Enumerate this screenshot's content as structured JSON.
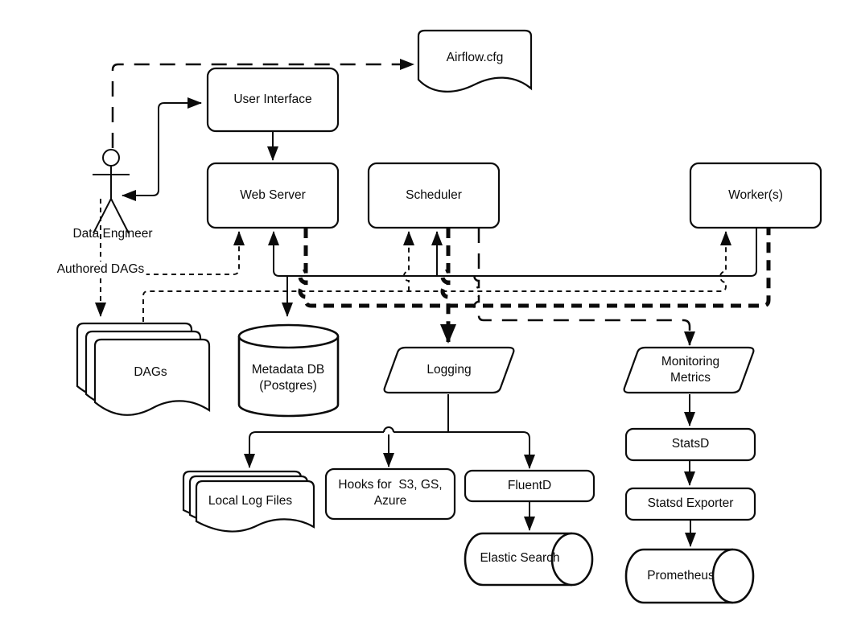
{
  "diagram": {
    "title_hint": "Airflow architecture diagram",
    "colors": {
      "stroke": "#000000",
      "background": "#ffffff"
    },
    "nodes": {
      "user_interface": "User Interface",
      "airflow_cfg": "Airflow.cfg",
      "web_server": "Web Server",
      "scheduler": "Scheduler",
      "workers": "Worker(s)",
      "data_engineer": "Data Engineer",
      "dags": "DAGs",
      "metadata_db": "Metadata DB\n(Postgres)",
      "logging": "Logging",
      "monitoring_metrics": "Monitoring\nMetrics",
      "local_log_files": "Local Log Files",
      "hooks": "Hooks for  S3, GS,\nAzure",
      "fluentd": "FluentD",
      "elastic_search": "Elastic Search",
      "statsd": "StatsD",
      "statsd_exporter": "Statsd Exporter",
      "prometheus": "Prometheus"
    },
    "edge_labels": {
      "authored_dags": "Authored DAGs"
    }
  }
}
